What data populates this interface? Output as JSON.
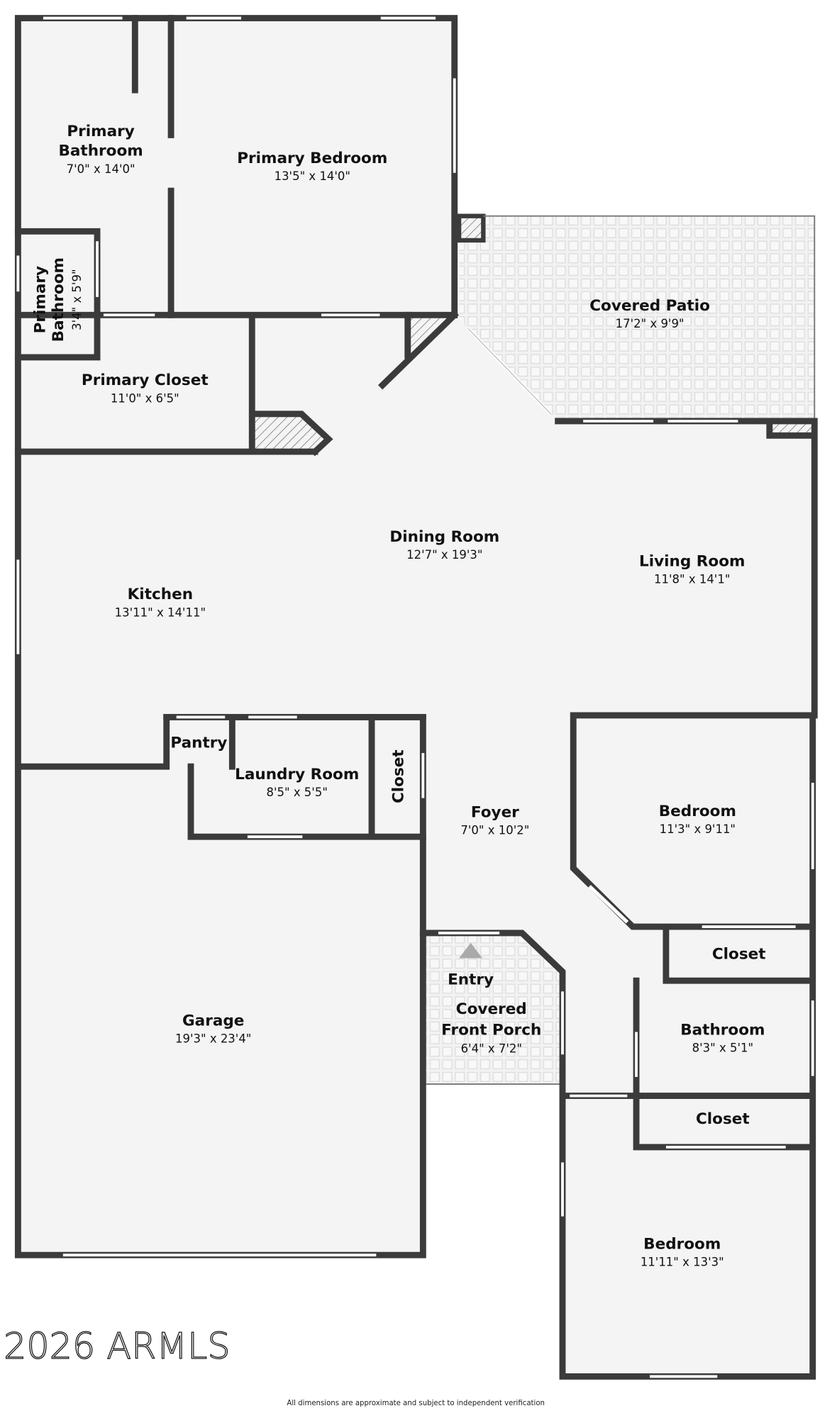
{
  "rooms": {
    "primary_bathroom": {
      "name_1": "Primary",
      "name_2": "Bathroom",
      "dims": "7'0\" x 14'0\""
    },
    "primary_bedroom": {
      "name": "Primary Bedroom",
      "dims": "13'5\" x 14'0\""
    },
    "primary_bathroom_small": {
      "name_1": "Primary",
      "name_2": "Bathroom",
      "dims": "3'4\" x 5'9\""
    },
    "covered_patio": {
      "name": "Covered Patio",
      "dims": "17'2\" x 9'9\""
    },
    "primary_closet": {
      "name": "Primary Closet",
      "dims": "11'0\" x 6'5\""
    },
    "dining_room": {
      "name": "Dining Room",
      "dims": "12'7\" x 19'3\""
    },
    "living_room": {
      "name": "Living Room",
      "dims": "11'8\" x 14'1\""
    },
    "kitchen": {
      "name": "Kitchen",
      "dims": "13'11\" x 14'11\""
    },
    "pantry": {
      "name": "Pantry"
    },
    "laundry_room": {
      "name": "Laundry Room",
      "dims": "8'5\" x 5'5\""
    },
    "closet_laundry": {
      "name": "Closet"
    },
    "foyer": {
      "name": "Foyer",
      "dims": "7'0\" x 10'2\""
    },
    "bedroom_1": {
      "name": "Bedroom",
      "dims": "11'3\" x 9'11\""
    },
    "closet_1": {
      "name": "Closet"
    },
    "entry": {
      "name": "Entry"
    },
    "front_porch": {
      "name_1": "Covered",
      "name_2": "Front Porch",
      "dims": "6'4\" x 7'2\""
    },
    "bathroom": {
      "name": "Bathroom",
      "dims": "8'3\" x 5'1\""
    },
    "closet_2": {
      "name": "Closet"
    },
    "garage": {
      "name": "Garage",
      "dims": "19'3\" x 23'4\""
    },
    "bedroom_2": {
      "name": "Bedroom",
      "dims": "11'11\" x 13'3\""
    }
  },
  "watermark": "2026 ARMLS",
  "disclaimer": "All dimensions are approximate and subject to independent verification",
  "colors": {
    "wall": "#3b3b3b",
    "floor": "#f4f4f4"
  }
}
